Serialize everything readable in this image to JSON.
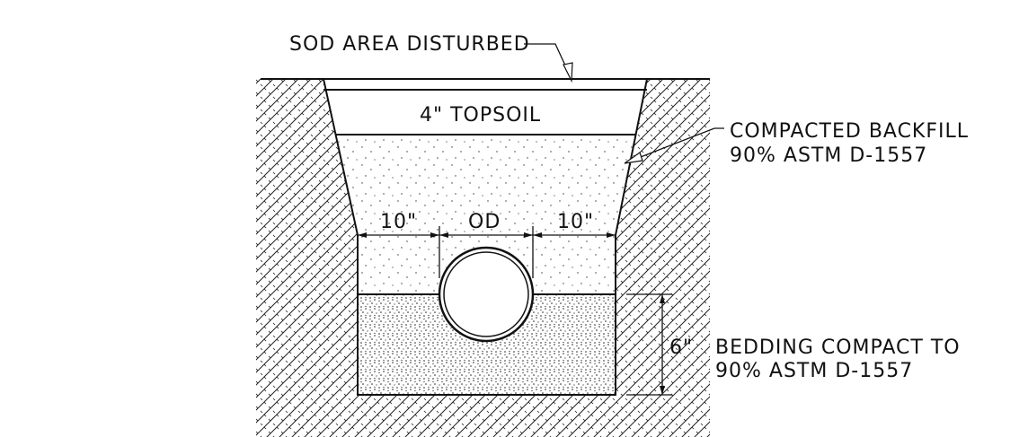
{
  "labels": {
    "sod": "SOD AREA DISTURBED",
    "topsoil": "4\" TOPSOIL",
    "backfill_line1": "COMPACTED BACKFILL",
    "backfill_line2": "90% ASTM D-1557",
    "dim_left": "10\"",
    "dim_od": "OD",
    "dim_right": "10\"",
    "bedding_dim": "6\"",
    "bedding_line1": "BEDDING COMPACT TO",
    "bedding_line2": "90% ASTM D-1557"
  }
}
